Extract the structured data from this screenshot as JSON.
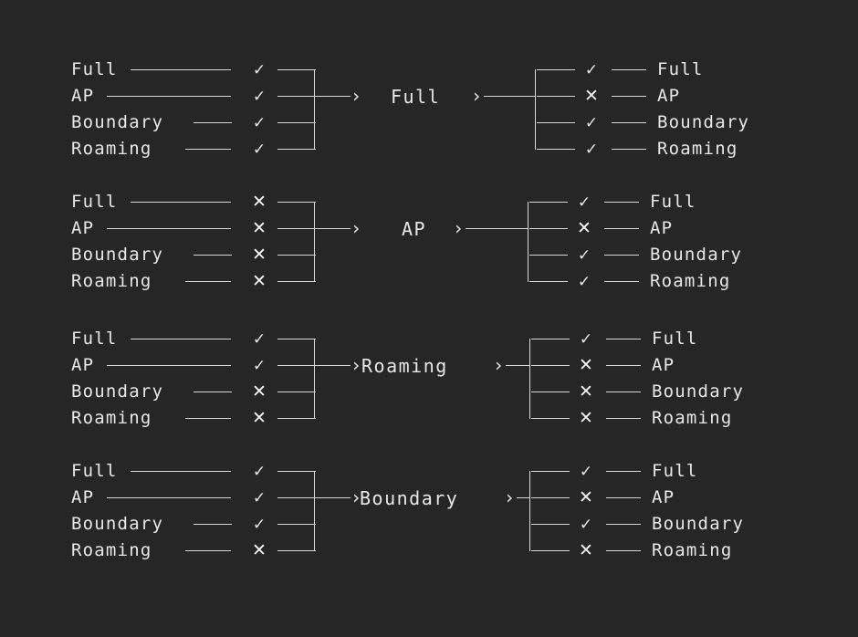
{
  "theme": {
    "background": "#262626",
    "foreground": "#e8e8e8",
    "line": "#d8d8d8"
  },
  "glyphs": {
    "check": "✓",
    "cross": "✕",
    "arrow_head": "→",
    "chevron": "›"
  },
  "conditions": [
    "Full",
    "AP",
    "Boundary",
    "Roaming"
  ],
  "blocks": [
    {
      "state": "Full",
      "inputs": [
        {
          "label": "Full",
          "mark": "check"
        },
        {
          "label": "AP",
          "mark": "check"
        },
        {
          "label": "Boundary",
          "mark": "check"
        },
        {
          "label": "Roaming",
          "mark": "check"
        }
      ],
      "outputs": [
        {
          "label": "Full",
          "mark": "check"
        },
        {
          "label": "AP",
          "mark": "cross"
        },
        {
          "label": "Boundary",
          "mark": "check"
        },
        {
          "label": "Roaming",
          "mark": "check"
        }
      ]
    },
    {
      "state": "AP",
      "inputs": [
        {
          "label": "Full",
          "mark": "cross"
        },
        {
          "label": "AP",
          "mark": "cross"
        },
        {
          "label": "Boundary",
          "mark": "cross"
        },
        {
          "label": "Roaming",
          "mark": "cross"
        }
      ],
      "outputs": [
        {
          "label": "Full",
          "mark": "check"
        },
        {
          "label": "AP",
          "mark": "cross"
        },
        {
          "label": "Boundary",
          "mark": "check"
        },
        {
          "label": "Roaming",
          "mark": "check"
        }
      ]
    },
    {
      "state": "Roaming",
      "inputs": [
        {
          "label": "Full",
          "mark": "check"
        },
        {
          "label": "AP",
          "mark": "check"
        },
        {
          "label": "Boundary",
          "mark": "cross"
        },
        {
          "label": "Roaming",
          "mark": "cross"
        }
      ],
      "outputs": [
        {
          "label": "Full",
          "mark": "check"
        },
        {
          "label": "AP",
          "mark": "cross"
        },
        {
          "label": "Boundary",
          "mark": "cross"
        },
        {
          "label": "Roaming",
          "mark": "cross"
        }
      ]
    },
    {
      "state": "Boundary",
      "inputs": [
        {
          "label": "Full",
          "mark": "check"
        },
        {
          "label": "AP",
          "mark": "check"
        },
        {
          "label": "Boundary",
          "mark": "check"
        },
        {
          "label": "Roaming",
          "mark": "cross"
        }
      ],
      "outputs": [
        {
          "label": "Full",
          "mark": "check"
        },
        {
          "label": "AP",
          "mark": "cross"
        },
        {
          "label": "Boundary",
          "mark": "check"
        },
        {
          "label": "Roaming",
          "mark": "cross"
        }
      ]
    }
  ]
}
